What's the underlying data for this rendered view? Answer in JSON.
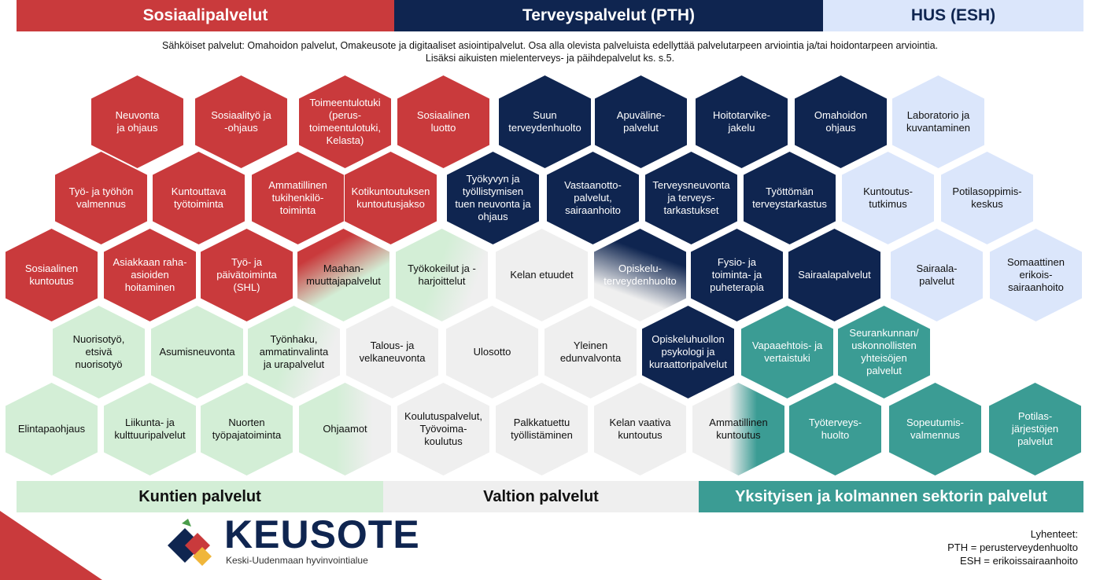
{
  "headers": {
    "sosiaali": "Sosiaalipalvelut",
    "terveys": "Terveyspalvelut (PTH)",
    "hus": "HUS (ESH)"
  },
  "subtitle": {
    "line1": "Sähköiset palvelut: Omahoidon palvelut, Omakeusote ja digitaaliset asiointipalvelut. Osa alla olevista palveluista edellyttää palvelutarpeen arviointia ja/tai hoidontarpeen arviointia.",
    "line2": "Lisäksi aikuisten mielenterveys- ja päihdepalvelut ks. s.5."
  },
  "hexes": [
    {
      "id": "neuvonta-ja-ohjaus",
      "label": "Neuvonta\nja ohjaus",
      "style": "red"
    },
    {
      "id": "sosiaalityo-ja-ohjaus",
      "label": "Sosiaalityö ja\n-ohjaus",
      "style": "red"
    },
    {
      "id": "toimeentulotuki",
      "label": "Toimeentulotuki\n(perus-\ntoimeentulotuki,\nKelasta)",
      "style": "red"
    },
    {
      "id": "sosiaalinen-luotto",
      "label": "Sosiaalinen\nluotto",
      "style": "red"
    },
    {
      "id": "suun-terveydenhuolto",
      "label": "Suun\nterveydenhuolto",
      "style": "navy"
    },
    {
      "id": "apuvalinepalvelut",
      "label": "Apuväline-\npalvelut",
      "style": "navy"
    },
    {
      "id": "hoitotarvikejakelu",
      "label": "Hoitotarvike-\njakelu",
      "style": "navy"
    },
    {
      "id": "omahoidon-ohjaus",
      "label": "Omahoidon\nohjaus",
      "style": "navy"
    },
    {
      "id": "laboratorio-ja-kuvantaminen",
      "label": "Laboratorio ja\nkuvantaminen",
      "style": "lblue"
    },
    {
      "id": "tyo-ja-tyohon-valmennus",
      "label": "Työ- ja työhön\nvalmennus",
      "style": "red"
    },
    {
      "id": "kuntouttava-tyotoiminta",
      "label": "Kuntouttava\ntyötoiminta",
      "style": "red"
    },
    {
      "id": "ammatillinen-tukihenkilotoiminta",
      "label": "Ammatillinen\ntukihenkilö-\ntoiminta",
      "style": "red"
    },
    {
      "id": "kotikuntoutuksen-kuntoutusjakso",
      "label": "Kotikuntoutuksen\nkuntoutusjakso",
      "style": "red"
    },
    {
      "id": "tyokyvyn-ja-tyollistymisen",
      "label": "Työkyvyn ja\ntyöllistymisen\ntuen neuvonta ja\nohjaus",
      "style": "navy"
    },
    {
      "id": "vastaanottopalvelut",
      "label": "Vastaanotto-\npalvelut,\nsairaanhoito",
      "style": "navy"
    },
    {
      "id": "terveysneuvonta",
      "label": "Terveysneuvonta\nja terveys-\ntarkastukset",
      "style": "navy"
    },
    {
      "id": "tyottoman-terveystarkastus",
      "label": "Työttömän\nterveystarkastus",
      "style": "navy"
    },
    {
      "id": "kuntoutustutkimus",
      "label": "Kuntoutus-\ntutkimus",
      "style": "lblue"
    },
    {
      "id": "potilasoppimiskeskus",
      "label": "Potilasoppimis-\nkeskus",
      "style": "lblue"
    },
    {
      "id": "sosiaalinen-kuntoutus",
      "label": "Sosiaalinen\nkuntoutus",
      "style": "red"
    },
    {
      "id": "asiakkaan-raha-asioiden-hoitaminen",
      "label": "Asiakkaan raha-\nasioiden\nhoitaminen",
      "style": "red"
    },
    {
      "id": "tyo-ja-paivatoiminta",
      "label": "Työ- ja\npäivätoiminta\n(SHL)",
      "style": "red"
    },
    {
      "id": "maahanmuuttajapalvelut",
      "label": "Maahan-\nmuuttajapalvelut",
      "style": "g-red-green"
    },
    {
      "id": "tyokokeilut-ja-harjoittelut",
      "label": "Työkokeilut ja -\nharjoittelut",
      "style": "g-green-gray"
    },
    {
      "id": "kelan-etuudet",
      "label": "Kelan etuudet",
      "style": "lgray"
    },
    {
      "id": "opiskeluterveydenhuolto",
      "label": "Opiskelu-\nterveydenhuolto",
      "style": "g-gray-navy"
    },
    {
      "id": "fysio-toiminta-puheterapia",
      "label": "Fysio- ja\ntoiminta- ja\npuheterapia",
      "style": "navy"
    },
    {
      "id": "sairaalapalvelut",
      "label": "Sairaalapalvelut",
      "style": "navy"
    },
    {
      "id": "sairaalapalvelut-hus",
      "label": "Sairaala-\npalvelut",
      "style": "lblue"
    },
    {
      "id": "somaattinen-erikoissairaanhoito",
      "label": "Somaattinen\nerikois-\nsairaanhoito",
      "style": "lblue"
    },
    {
      "id": "nuorisotyo",
      "label": "Nuorisotyö,\netsivä\nnuorisotyö",
      "style": "lgreen"
    },
    {
      "id": "asumisneuvonta",
      "label": "Asumisneuvonta",
      "style": "lgreen"
    },
    {
      "id": "tyonhaku",
      "label": "Työnhaku,\nammatinvalinta\nja urapalvelut",
      "style": "g-green-gray"
    },
    {
      "id": "talous-ja-velkaneuvonta",
      "label": "Talous- ja\nvelkaneuvonta",
      "style": "lgray"
    },
    {
      "id": "ulosotto",
      "label": "Ulosotto",
      "style": "lgray"
    },
    {
      "id": "yleinen-edunvalvonta",
      "label": "Yleinen\nedunvalvonta",
      "style": "lgray"
    },
    {
      "id": "opiskeluhuollon-psykologi",
      "label": "Opiskeluhuollon\npsykologi ja\nkuraattoripalvelut",
      "style": "navy"
    },
    {
      "id": "vapaaehtois-ja-vertaistuki",
      "label": "Vapaaehtois- ja\nvertaistuki",
      "style": "teal"
    },
    {
      "id": "seurankunnan-palvelut",
      "label": "Seurankunnan/\nuskonnollisten\nyhteisöjen\npalvelut",
      "style": "teal"
    },
    {
      "id": "elintapaohjaus",
      "label": "Elintapaohjaus",
      "style": "lgreen"
    },
    {
      "id": "liikunta-ja-kulttuuripalvelut",
      "label": "Liikunta- ja\nkulttuuripalvelut",
      "style": "lgreen"
    },
    {
      "id": "nuorten-tyopajatoiminta",
      "label": "Nuorten\ntyöpajatoiminta",
      "style": "lgreen"
    },
    {
      "id": "ohjaamot",
      "label": "Ohjaamot",
      "style": "g-green-gray2"
    },
    {
      "id": "koulutuspalvelut",
      "label": "Koulutuspalvelut,\nTyövoima-\nkoulutus",
      "style": "lgray"
    },
    {
      "id": "palkkatuettu-tyollistaminen",
      "label": "Palkkatuettu\ntyöllistäminen",
      "style": "lgray"
    },
    {
      "id": "kelan-vaativa-kuntoutus",
      "label": "Kelan vaativa\nkuntoutus",
      "style": "lgray"
    },
    {
      "id": "ammatillinen-kuntoutus",
      "label": "Ammatillinen\nkuntoutus",
      "style": "g-gray-teal"
    },
    {
      "id": "tyoterveyshuolto",
      "label": "Työterveys-\nhuolto",
      "style": "teal"
    },
    {
      "id": "sopeutumisvalmennus",
      "label": "Sopeutumis-\nvalmennus",
      "style": "teal"
    },
    {
      "id": "potilasjarjestojen-palvelut",
      "label": "Potilas-\njärjestöjen\npalvelut",
      "style": "teal"
    }
  ],
  "footer": {
    "kuntien": "Kuntien palvelut",
    "valtion": "Valtion palvelut",
    "yksityisen": "Yksityisen ja kolmannen sektorin palvelut"
  },
  "logo": {
    "name": "KEUSOTE",
    "sub": "Keski-Uudenmaan hyvinvointialue"
  },
  "abbreviations": {
    "title": "Lyhenteet:",
    "pth": "PTH = perusterveydenhuolto",
    "esh": "ESH = erikoissairaanhoito"
  },
  "colors": {
    "red": "#c93a3c",
    "navy": "#0f2550",
    "light_blue": "#dbe6fb",
    "light_green": "#d3eed6",
    "light_gray": "#efefef",
    "teal": "#3b9c94"
  }
}
